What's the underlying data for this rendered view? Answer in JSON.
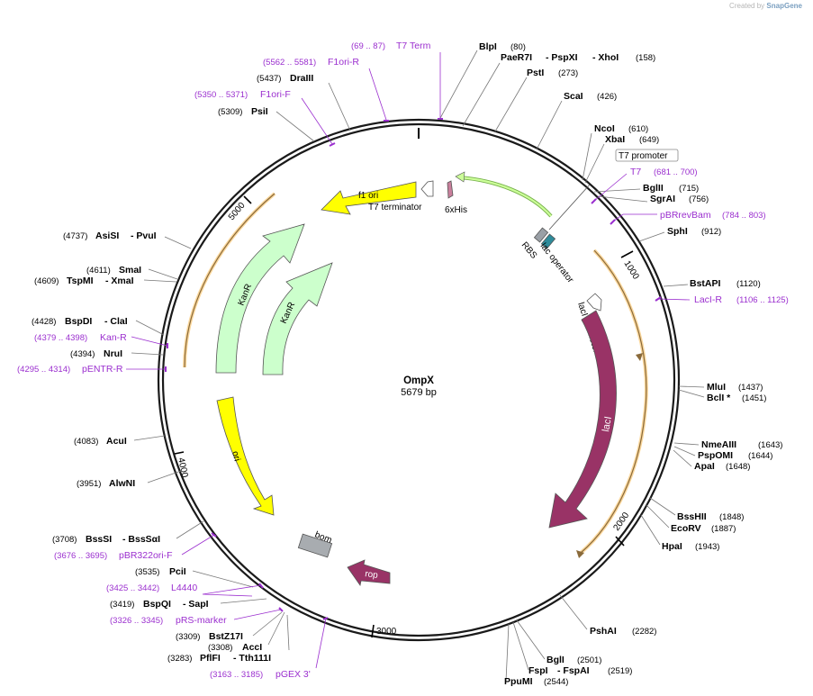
{
  "credit": {
    "prefix": "Created by",
    "brand": "SnapGene"
  },
  "plasmid": {
    "name": "OmpX",
    "size_label": "5679 bp"
  },
  "ticks": [
    "1000",
    "2000",
    "3000",
    "4000",
    "5000"
  ],
  "enzymes": [
    {
      "name": "BlpI",
      "pos": "(80)"
    },
    {
      "name": "PaeR7I",
      "name2": "- PspXI",
      "name3": "- XhoI",
      "pos": "(158)"
    },
    {
      "name": "PstI",
      "pos": "(273)"
    },
    {
      "name": "ScaI",
      "pos": "(426)"
    },
    {
      "name": "NcoI",
      "pos": "(610)"
    },
    {
      "name": "XbaI",
      "pos": "(649)"
    },
    {
      "name": "BglII",
      "pos": "(715)"
    },
    {
      "name": "SgrAI",
      "pos": "(756)"
    },
    {
      "name": "SphI",
      "pos": "(912)"
    },
    {
      "name": "BstAPI",
      "pos": "(1120)"
    },
    {
      "name": "MluI",
      "pos": "(1437)"
    },
    {
      "name": "BclI *",
      "pos": "(1451)"
    },
    {
      "name": "NmeAIII",
      "pos": "(1643)"
    },
    {
      "name": "PspOMI",
      "pos": "(1644)"
    },
    {
      "name": "ApaI",
      "pos": "(1648)"
    },
    {
      "name": "BssHII",
      "pos": "(1848)"
    },
    {
      "name": "EcoRV",
      "pos": "(1887)"
    },
    {
      "name": "HpaI",
      "pos": "(1943)"
    },
    {
      "name": "PshAI",
      "pos": "(2282)"
    },
    {
      "name": "BglI",
      "pos": "(2501)"
    },
    {
      "name": "FspI",
      "name2": "- FspAI",
      "pos": "(2519)"
    },
    {
      "name": "PpuMI",
      "pos": "(2544)"
    },
    {
      "name": "PflFI",
      "name2": "- Tth111I",
      "pos": "(3283)"
    },
    {
      "name": "AccI",
      "pos": "(3308)"
    },
    {
      "name": "BstZ17I",
      "pos": "(3309)"
    },
    {
      "name": "BspQI",
      "name2": "- SapI",
      "pos": "(3419)"
    },
    {
      "name": "PciI",
      "pos": "(3535)"
    },
    {
      "name": "BssSI",
      "name2": "- BssSαI",
      "pos": "(3708)"
    },
    {
      "name": "AlwNI",
      "pos": "(3951)"
    },
    {
      "name": "AcuI",
      "pos": "(4083)"
    },
    {
      "name": "NruI",
      "pos": "(4394)"
    },
    {
      "name": "BspDI",
      "name2": "- ClaI",
      "pos": "(4428)"
    },
    {
      "name": "TspMI",
      "name2": "- XmaI",
      "pos": "(4609)"
    },
    {
      "name": "SmaI",
      "pos": "(4611)"
    },
    {
      "name": "AsiSI",
      "name2": "- PvuI",
      "pos": "(4737)"
    },
    {
      "name": "PsiI",
      "pos": "(5309)"
    },
    {
      "name": "DraIII",
      "pos": "(5437)"
    }
  ],
  "primers": [
    {
      "name": "T7 Term",
      "range": "(69 .. 87)"
    },
    {
      "name": "F1ori-R",
      "range": "(5562 .. 5581)"
    },
    {
      "name": "F1ori-F",
      "range": "(5350 .. 5371)"
    },
    {
      "name": "T7",
      "range": "(681 .. 700)"
    },
    {
      "name": "pBRrevBam",
      "range": "(784 .. 803)"
    },
    {
      "name": "LacI-R",
      "range": "(1106 .. 1125)"
    },
    {
      "name": "Kan-R",
      "range": "(4379 .. 4398)"
    },
    {
      "name": "pENTR-R",
      "range": "(4295 .. 4314)"
    },
    {
      "name": "pBR322ori-F",
      "range": "(3676 .. 3695)"
    },
    {
      "name": "L4440",
      "range": "(3425 .. 3442)"
    },
    {
      "name": "pRS-marker",
      "range": "(3326 .. 3345)"
    },
    {
      "name": "pGEX 3'",
      "range": "(3163 .. 3185)"
    }
  ],
  "features": {
    "f1_ori": "f1 ori",
    "t7_terminator": "T7 terminator",
    "his": "6xHis",
    "t7_promoter": "T7 promoter",
    "rbs": "RBS",
    "lac_operator": "lac operator",
    "laci_promoter": "lacI promoter",
    "laci": "lacI",
    "rop": "rop",
    "bom": "bom",
    "ori": "ori",
    "kanr_outer": "KanR",
    "kanr_inner": "KanR"
  },
  "colors": {
    "backbone": "#1a1a1a",
    "primer": "#9b2fcf",
    "f1_ori": "#ffff00",
    "ori": "#ffff00",
    "kanr": "#ccffcc",
    "laci": "#993366",
    "rop": "#993366",
    "bom": "#a8acb0",
    "orange_arc": "#f5a623",
    "his": "#c97f9c",
    "t7_promoter": "#ccff99"
  }
}
